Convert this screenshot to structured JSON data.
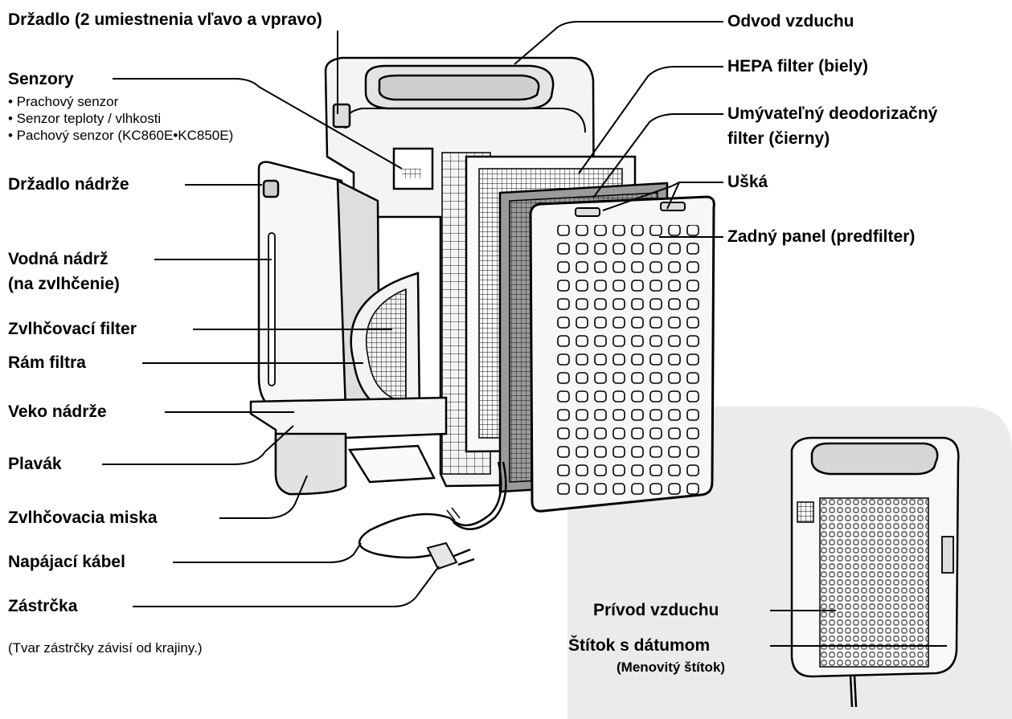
{
  "labels": {
    "handle": "Držadlo (2 umiestnenia vľavo a vpravo)",
    "sensors": "Senzory",
    "sensor_items": [
      "• Prachový senzor",
      "• Senzor teploty / vlhkosti",
      "• Pachový senzor (KC860E•KC850E)"
    ],
    "tank_handle": "Držadlo nádrže",
    "water_tank_1": "Vodná nádrž",
    "water_tank_2": "(na zvlhčenie)",
    "humid_filter": "Zvlhčovací filter",
    "filter_frame": "Rám filtra",
    "tank_cap": "Veko nádrže",
    "float": "Plavák",
    "humid_tray": "Zvlhčovacia miska",
    "power_cord": "Napájací kábel",
    "plug": "Zástrčka",
    "plug_note": "(Tvar zástrčky závisí od krajiny.)",
    "air_outlet": "Odvod vzduchu",
    "hepa": "HEPA filter (biely)",
    "deodor_1": "Umývateľný deodorizačný",
    "deodor_2": "filter (čierny)",
    "tabs": "Ušká",
    "back_panel": "Zadný panel (predfilter)",
    "air_inlet": "Prívod vzduchu",
    "date_label": "Štítok s dátumom",
    "rating_label": "(Menovitý štítok)"
  },
  "colors": {
    "line": "#000000",
    "body": "#f4f4f4",
    "shade": "#d2d2d2",
    "inset_bg": "#ebebeb"
  }
}
